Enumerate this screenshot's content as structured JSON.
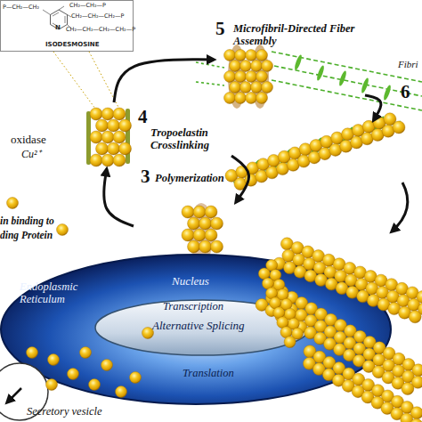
{
  "diagram": {
    "nodes": [
      {
        "text": [
          "ISODESMOSINE"
        ]
      },
      {
        "text": [
          "5",
          "Microfibril-Directed Fiber Assembly"
        ]
      },
      {
        "text": [
          "4",
          "Tropoelastin Crosslinking"
        ]
      },
      {
        "text": [
          "6"
        ]
      },
      {
        "text": [
          "3",
          "Polymerization"
        ]
      },
      {
        "text": [
          "Endoplasmic Reticulum",
          "Translation"
        ]
      },
      {
        "text": [
          "Nucleus",
          "Transcription",
          "Alternative Splicing"
        ],
        "in": 5
      },
      {
        "text": [
          "Secretory vesicle"
        ]
      }
    ],
    "edges": [
      {
        "from": 4,
        "to": 2,
        "arrow": "to"
      },
      {
        "from": 2,
        "to": 4,
        "arrow": "to"
      },
      {
        "from": 2,
        "to": 1,
        "arrow": "to"
      },
      {
        "from": 1,
        "to": 3,
        "arrow": "to"
      }
    ],
    "labels": [
      "P—CH₂—CH₂",
      "CH₂—CH₂—P",
      "CH₂—CH₂—CH₂—P",
      "CH₂—CH₂—CH₂—CH₂—P",
      "N",
      "oxidase",
      "Cu²⁺",
      "Fibri",
      "in binding to",
      "ding Protein"
    ]
  }
}
